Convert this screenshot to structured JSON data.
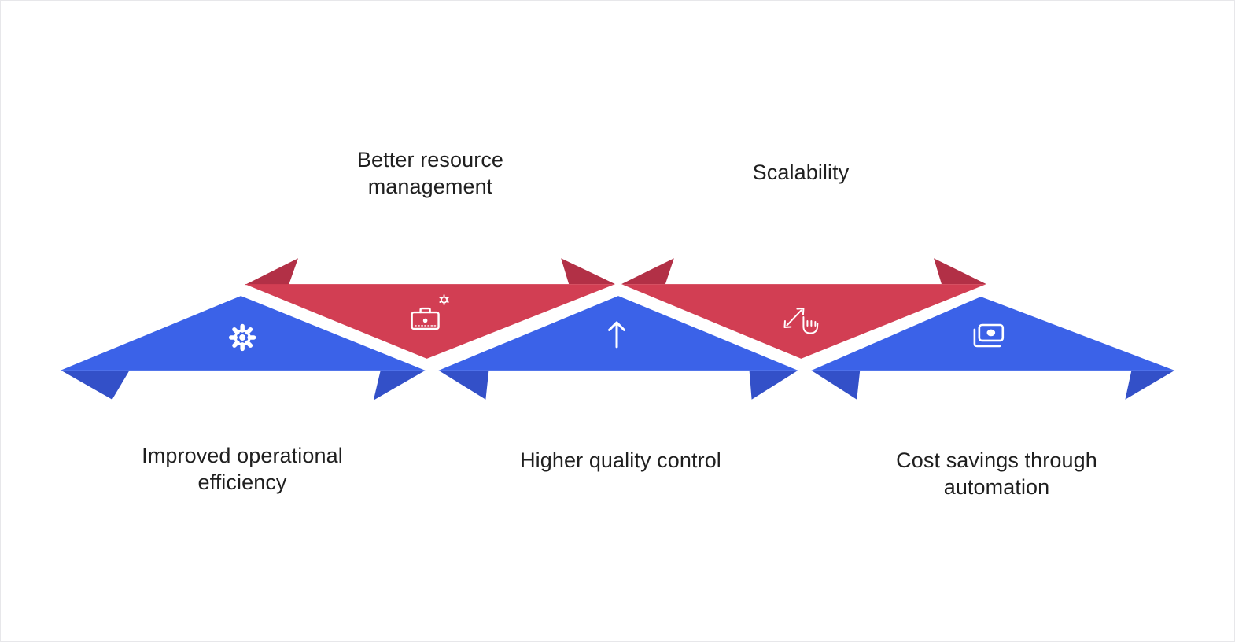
{
  "diagram": {
    "title": "Benefits zigzag ribbon diagram",
    "items": [
      {
        "label": "Improved operational efficiency",
        "icon": "gear-icon",
        "ribbon": "blue",
        "label_position": "bottom"
      },
      {
        "label": "Better resource management",
        "icon": "briefcase-gear-icon",
        "ribbon": "red",
        "label_position": "top"
      },
      {
        "label": "Higher quality control",
        "icon": "arrow-up-icon",
        "ribbon": "blue",
        "label_position": "bottom"
      },
      {
        "label": "Scalability",
        "icon": "scale-hand-icon",
        "ribbon": "red",
        "label_position": "top"
      },
      {
        "label": "Cost savings through automation",
        "icon": "banknote-icon",
        "ribbon": "blue",
        "label_position": "bottom"
      }
    ],
    "colors": {
      "blue": "#3B62E8",
      "blue_fold": "#3350C8",
      "red": "#D23E53",
      "red_fold": "#B23046",
      "icon": "#FFFFFF",
      "text": "#1F1F1F",
      "background": "#FFFFFF",
      "border": "#E7E7EA"
    }
  }
}
